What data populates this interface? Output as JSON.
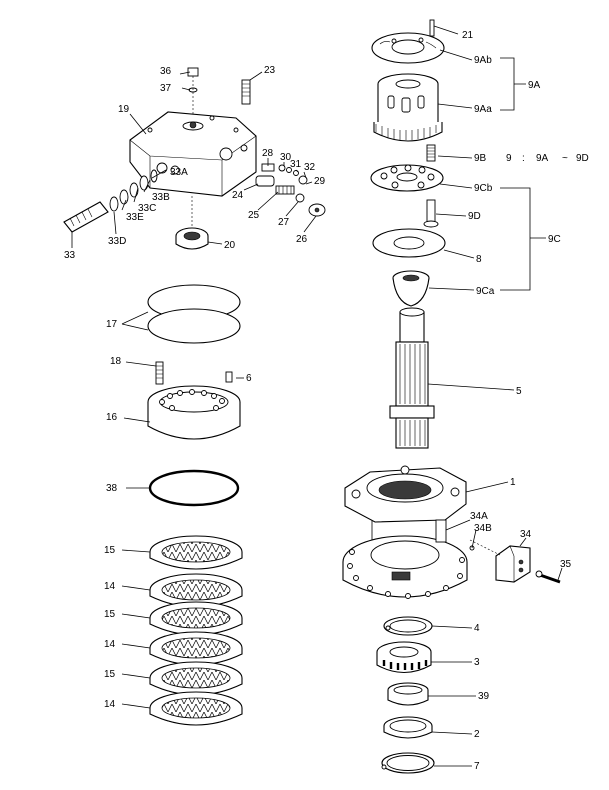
{
  "labels": {
    "l21": "21",
    "l9Ab": "9Ab",
    "l9A": "9A",
    "l9Aa": "9Aa",
    "l9B": "9B",
    "l9": "9",
    "lcolon": ":",
    "l9A2": "9A",
    "ltilde": "~",
    "l9D2": "9D",
    "l9Cb": "9Cb",
    "l9D": "9D",
    "l9C": "9C",
    "l8": "8",
    "l9Ca": "9Ca",
    "l5": "5",
    "l1": "1",
    "l34A": "34A",
    "l34B": "34B",
    "l34": "34",
    "l35": "35",
    "l4": "4",
    "l3": "3",
    "l39": "39",
    "l2": "2",
    "l7": "7",
    "l36": "36",
    "l37": "37",
    "l23": "23",
    "l19": "19",
    "l28": "28",
    "l30": "30",
    "l31": "31",
    "l32": "32",
    "l29": "29",
    "l33A": "33A",
    "l33B": "33B",
    "l33C": "33C",
    "l33E": "33E",
    "l33D": "33D",
    "l24": "24",
    "l25": "25",
    "l27": "27",
    "l26": "26",
    "l20": "20",
    "l33": "33",
    "l17": "17",
    "l18": "18",
    "l6": "6",
    "l16": "16",
    "l38": "38",
    "l15a": "15",
    "l14a": "14",
    "l15b": "15",
    "l14b": "14",
    "l15c": "15",
    "l14c": "14"
  }
}
